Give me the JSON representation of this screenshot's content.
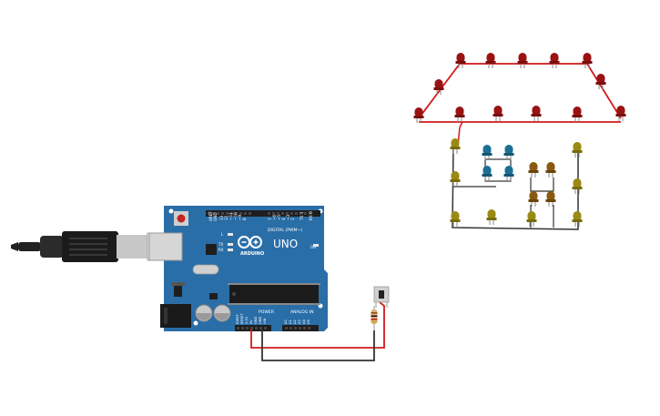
{
  "board": {
    "brand_text": "UNO",
    "logo_text": "ARDUINO",
    "digital_header": "DIGITAL (PWM~)",
    "power_label": "POWER",
    "analog_label": "ANALOG IN",
    "aref_label": "AREF",
    "gnd_label": "GND",
    "tx_label": "TX",
    "rx_label": "RX",
    "l_label": "L",
    "on_label": "ON",
    "ioref_label": "IOREF",
    "reset_label": "RESET",
    "v33_label": "3.3V",
    "v5_label": "5V",
    "vin_label": "VIN",
    "pin_numbers": [
      "13",
      "12",
      "~11",
      "~10",
      "~9",
      "8",
      "7",
      "~6",
      "~5",
      "4",
      "~3",
      "2",
      "TX 1",
      "RX 0"
    ],
    "analog_pins": [
      "A0",
      "A1",
      "A2",
      "A3",
      "A4",
      "A5"
    ]
  },
  "colors": {
    "board": "#2a6ea8",
    "led_red": "#9a1212",
    "led_olive": "#9a8a14",
    "led_blue": "#1d6f95",
    "led_brown": "#8a5a10",
    "wire_red": "#d11a1a",
    "wire_black": "#333333"
  }
}
